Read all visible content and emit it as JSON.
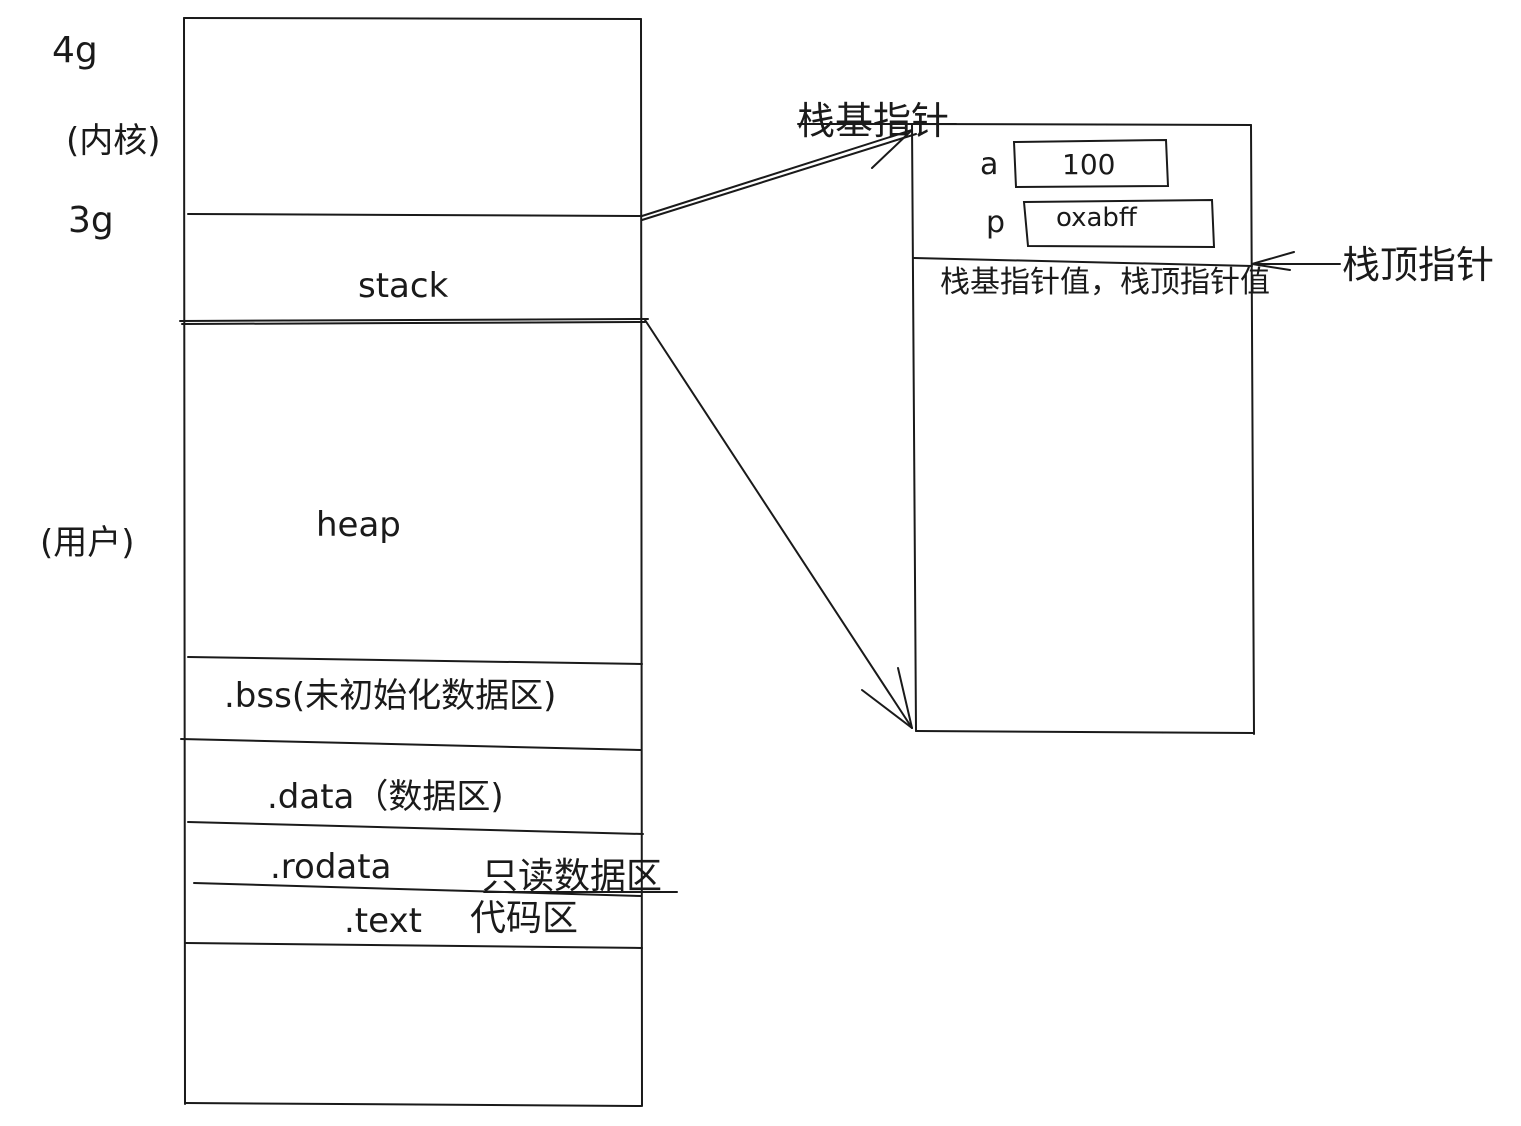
{
  "left_labels": {
    "top_address": "4g",
    "kernel": "(内核)",
    "split_address": "3g",
    "user": "(用户)"
  },
  "segments": {
    "stack": "stack",
    "heap": "heap",
    "bss": ".bss(未初始化数据区)",
    "data": ".data（数据区)",
    "rodata": ".rodata",
    "rodata_note": "只读数据区",
    "text": ".text",
    "text_note": "代码区"
  },
  "stack_frame": {
    "base_pointer_label": "栈基指针",
    "top_pointer_label": "栈顶指针",
    "var_a_name": "a",
    "var_a_value": "100",
    "var_p_name": "p",
    "var_p_value": "oxabff",
    "saved_note": "栈基指针值，栈顶指针值"
  },
  "colors": {
    "ink": "#1a1a1a",
    "background": "#ffffff"
  }
}
